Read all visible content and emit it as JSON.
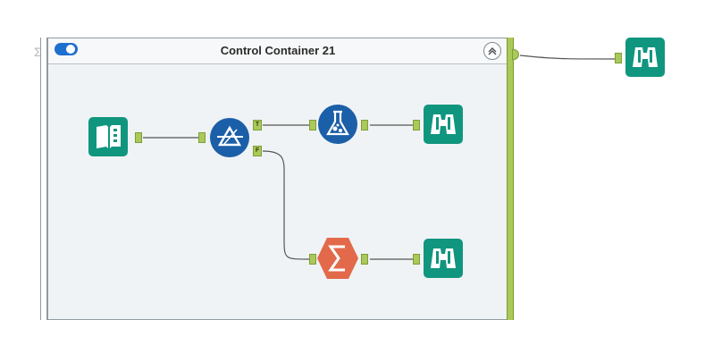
{
  "container": {
    "title": "Control Container 21",
    "enabled": true
  },
  "anchors": {
    "true_label": "T",
    "false_label": "F"
  },
  "tools": [
    {
      "name": "Input Data",
      "icon": "input-data-icon"
    },
    {
      "name": "Filter",
      "icon": "filter-icon"
    },
    {
      "name": "Formula",
      "icon": "formula-icon"
    },
    {
      "name": "Summarize",
      "icon": "summarize-icon"
    },
    {
      "name": "Browse (True)",
      "icon": "browse-icon"
    },
    {
      "name": "Browse (Summarize)",
      "icon": "browse-icon"
    },
    {
      "name": "Browse (Outside)",
      "icon": "browse-icon"
    }
  ],
  "colors": {
    "teal": "#10967f",
    "blue": "#1b5fa8",
    "orange": "#e2694a",
    "anchor_green": "#aac95a",
    "toggle_blue": "#1f6fcf"
  }
}
